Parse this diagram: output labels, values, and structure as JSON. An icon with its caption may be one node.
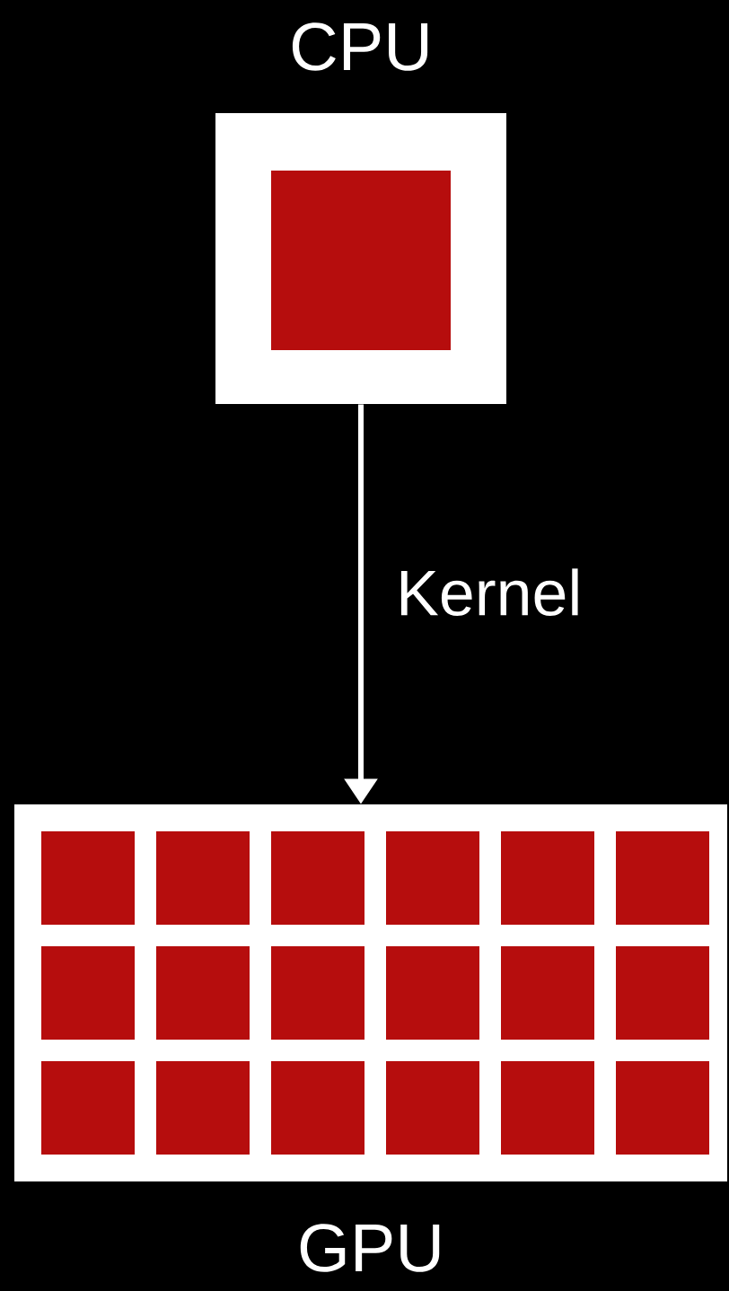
{
  "diagram": {
    "nodes": [
      {
        "text": [
          "CPU"
        ]
      },
      {
        "text": [
          "GPU"
        ]
      }
    ],
    "edges": [
      {
        "from": 0,
        "to": 1,
        "arrow": "to",
        "label": "Kernel"
      }
    ]
  }
}
